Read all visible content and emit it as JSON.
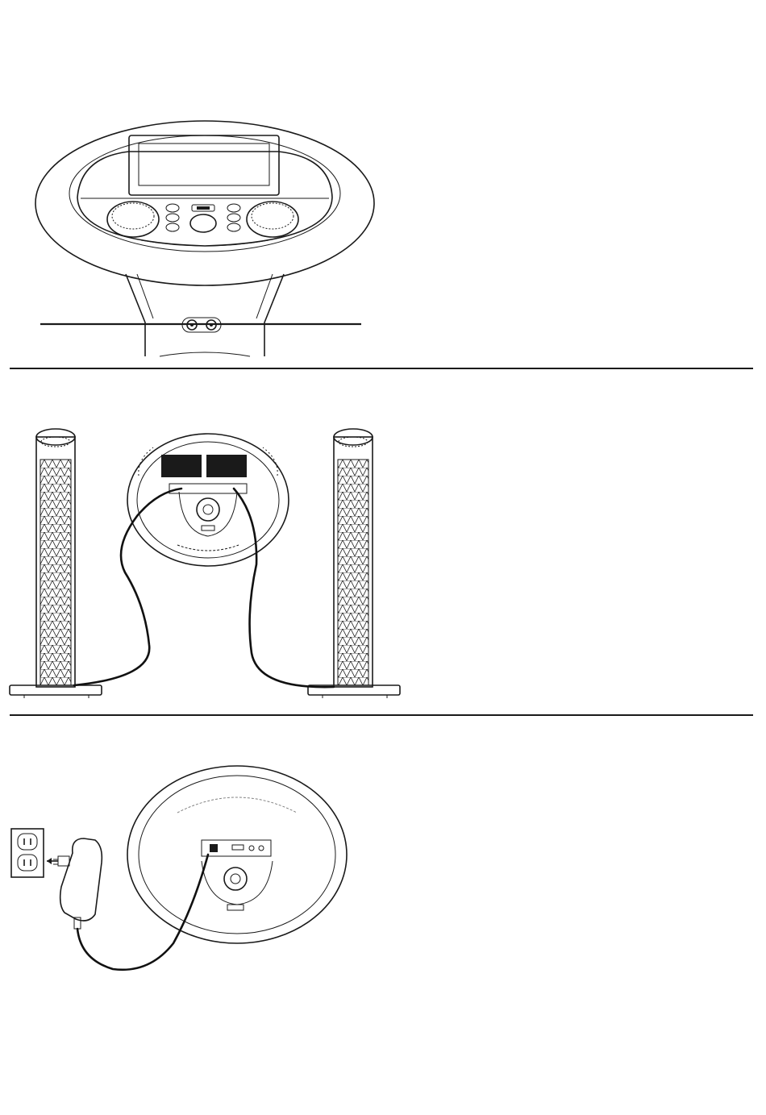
{
  "figures": [
    {
      "id": "karaoke-front-view",
      "description_icon": "karaoke-machine-front-icon"
    },
    {
      "id": "speaker-tower-connection",
      "description_icon": "speaker-cable-icon"
    },
    {
      "id": "power-adapter-connection",
      "description_icon": "power-adapter-icon"
    }
  ],
  "colors": {
    "line": "#1a1a1a",
    "background": "#ffffff"
  }
}
